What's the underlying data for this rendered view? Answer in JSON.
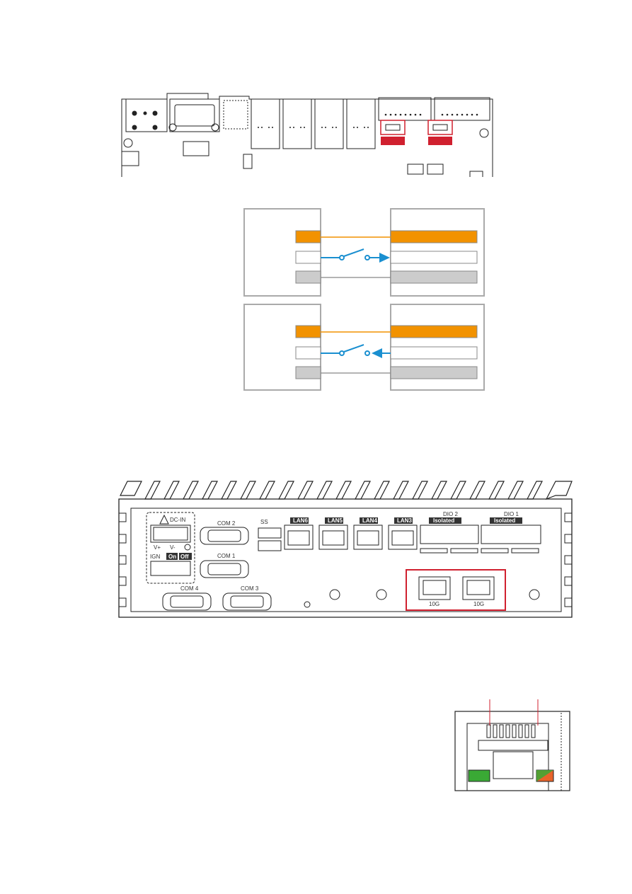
{
  "io_panel": {
    "dc_in": "DC-IN",
    "v_plus": "V+",
    "v_minus": "V-",
    "ign": "IGN",
    "on": "On",
    "off": "Off",
    "com2": "COM 2",
    "com1": "COM 1",
    "com4": "COM 4",
    "com3": "COM 3",
    "usb": "SS",
    "lan6": "LAN6",
    "lan5": "LAN5",
    "lan4": "LAN4",
    "lan3": "LAN3",
    "dio2": "DIO 2",
    "dio1": "DIO 1",
    "isolated": "Isolated",
    "port_10g_a": "10G",
    "port_10g_b": "10G"
  },
  "colors": {
    "highlight": "#d0202f",
    "orange": "#f29200",
    "blue": "#1a8fd0",
    "gray_wire": "#999999",
    "gray_fill": "#cccccc",
    "led_green": "#3aa935",
    "led_orange": "#e8632a"
  }
}
